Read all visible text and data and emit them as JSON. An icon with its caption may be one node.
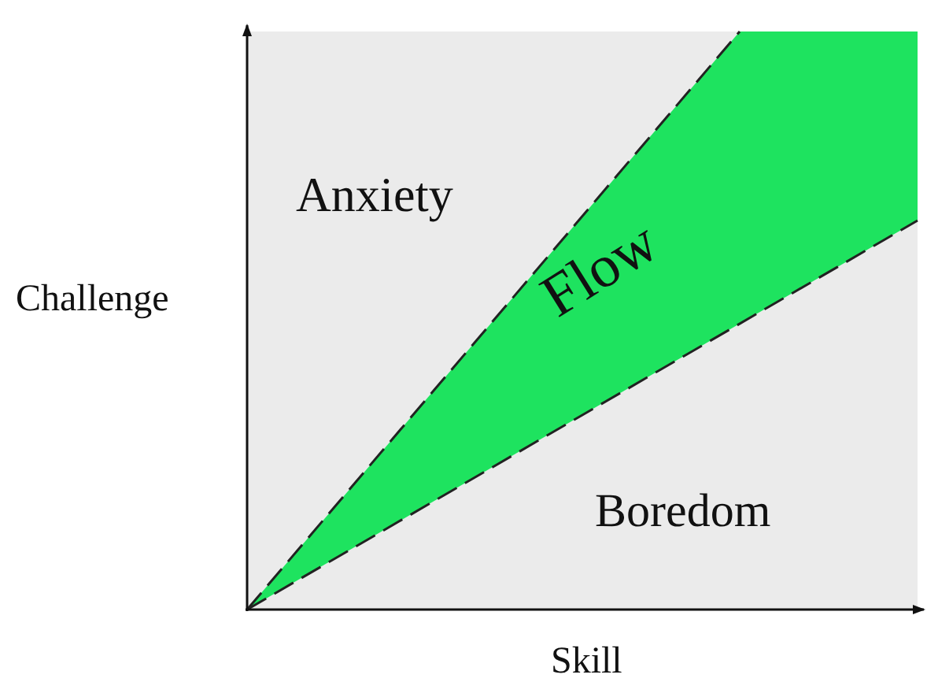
{
  "diagram": {
    "labels": [
      "Anxiety",
      "Challenge",
      "Flow",
      "Boredom",
      "Skill"
    ]
  }
}
